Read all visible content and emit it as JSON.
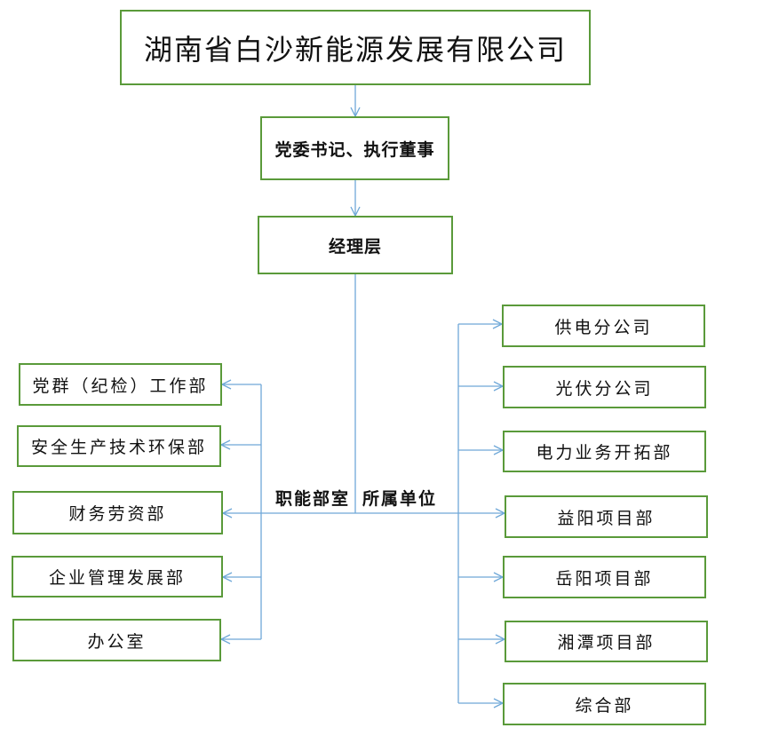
{
  "chart": {
    "company": "湖南省白沙新能源发展有限公司",
    "secretary": "党委书记、执行董事",
    "management": "经理层",
    "left_group_label": "职能部室",
    "right_group_label": "所属单位",
    "departments": [
      "党群（纪检）工作部",
      "安全生产技术环保部",
      "财务劳资部",
      "企业管理发展部",
      "办公室"
    ],
    "units": [
      "供电分公司",
      "光伏分公司",
      "电力业务开拓部",
      "益阳项目部",
      "岳阳项目部",
      "湘潭项目部",
      "综合部"
    ]
  },
  "colors": {
    "box_border": "#5a9a3a",
    "connector": "#6fa8d8"
  }
}
